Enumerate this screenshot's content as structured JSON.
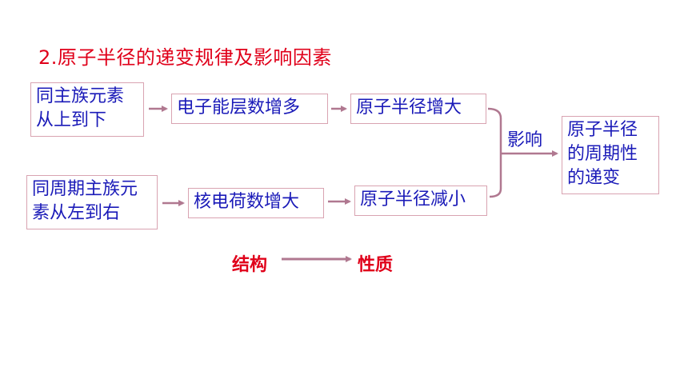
{
  "title": "2.原子半径的递变规律及影响因素",
  "boxes": {
    "group_top_to_bottom": "同主族元素从上到下",
    "electron_layers_increase": "电子能层数增多",
    "radius_increase": "原子半径增大",
    "period_left_to_right": "同周期主族元素从左到右",
    "nuclear_charge_increase": "核电荷数增大",
    "radius_decrease": "原子半径减小",
    "periodic_change": "原子半径的周期性的递变"
  },
  "influence_label": "影响",
  "structure_label": "结构",
  "property_label": "性质",
  "colors": {
    "title": "#e0001a",
    "box_text": "#1a1ab8",
    "box_border": "#d9a3b1",
    "arrow": "#b07890"
  }
}
